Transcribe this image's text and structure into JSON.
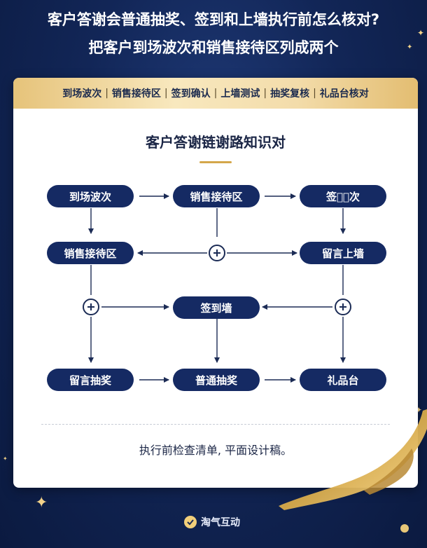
{
  "headline": {
    "line1": "客户答谢会普通抽奖、签到和上墙执行前怎么核对?",
    "line2": "把客户到场波次和销售接待区列成两个"
  },
  "topbar": {
    "items": [
      "到场波次",
      "销售接待区",
      "签到确认",
      "上墙测试",
      "抽奖复核",
      "礼品台核对"
    ],
    "separator": "|"
  },
  "diagram": {
    "title": "客户答谢链谢路知识对",
    "nodes": {
      "arrival_wave": "到场波次",
      "sales_reception_top": "销售接待区",
      "checkin_wave": "签到⃣次",
      "sales_reception": "销售接待区",
      "message_wall": "留言上墙",
      "checkin_wall": "签到墙",
      "message_lottery": "留言抽奖",
      "general_lottery": "普通抽奖",
      "gift_desk": "礼品台"
    }
  },
  "footer_note": "执行前检查清单, 平面设计稿。",
  "brand": {
    "name": "淘气互动"
  },
  "colors": {
    "background": "#122657",
    "node": "#152a63",
    "accent_gold": "#d4a74a",
    "card": "#ffffff"
  }
}
